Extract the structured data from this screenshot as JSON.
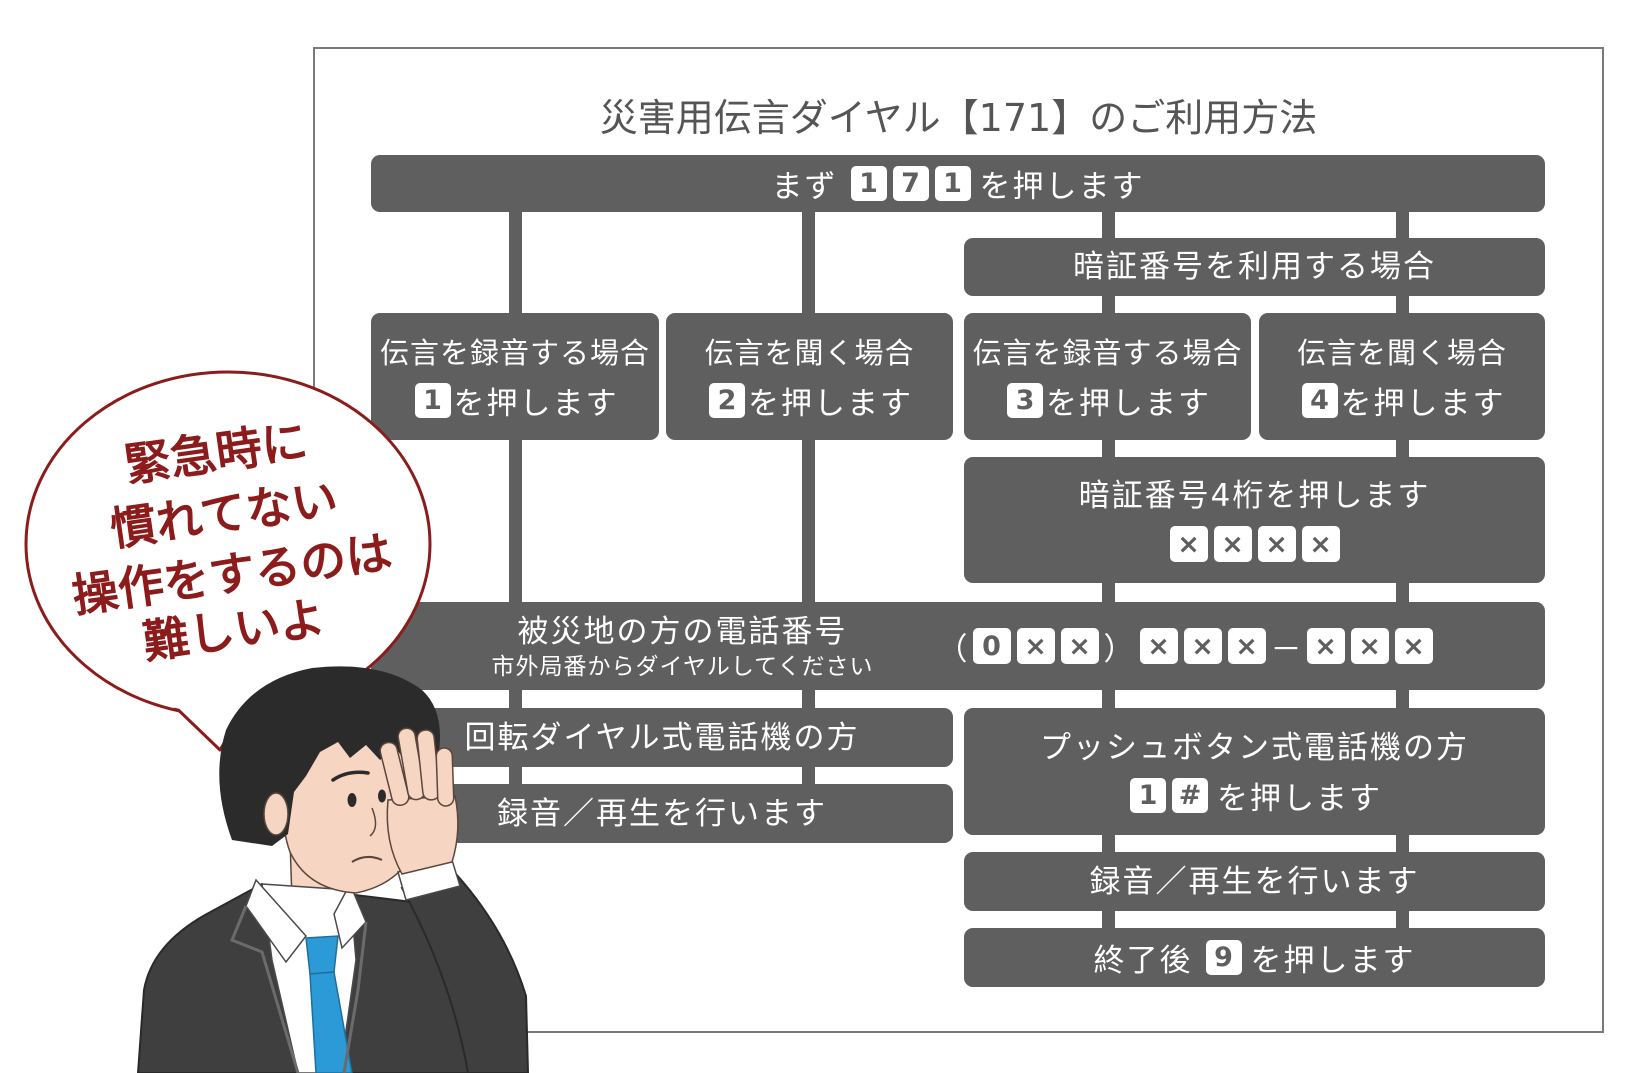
{
  "title": "災害用伝言ダイヤル【171】のご利用方法",
  "start": {
    "prefix": "まず",
    "keys": [
      "1",
      "7",
      "1"
    ],
    "suffix": "を押します"
  },
  "pin_option": {
    "label": "暗証番号を利用する場合"
  },
  "options": [
    {
      "label": "伝言を録音する場合",
      "key": "1",
      "action": "を押します"
    },
    {
      "label": "伝言を聞く場合",
      "key": "2",
      "action": "を押します"
    },
    {
      "label": "伝言を録音する場合",
      "key": "3",
      "action": "を押します"
    },
    {
      "label": "伝言を聞く場合",
      "key": "4",
      "action": "を押します"
    }
  ],
  "pin_entry": {
    "label": "暗証番号4桁を押します",
    "keys": [
      "×",
      "×",
      "×",
      "×"
    ]
  },
  "phone_number": {
    "label": "被災地の方の電話番号",
    "note": "市外局番からダイヤルしてください",
    "open_paren": "（",
    "area_code": [
      "0",
      "×",
      "×"
    ],
    "close_paren": "）",
    "exchange": [
      "×",
      "×",
      "×"
    ],
    "dash": "－",
    "subscriber": [
      "×",
      "×",
      "×"
    ]
  },
  "rotary": {
    "label": "回転ダイヤル式電話機の方",
    "action": "録音／再生を行います"
  },
  "push": {
    "label": "プッシュボタン式電話機の方",
    "keys": [
      "1",
      "#"
    ],
    "suffix": "を押します",
    "action": "録音／再生を行います",
    "finish_prefix": "終了後",
    "finish_key": "9",
    "finish_suffix": "を押します"
  },
  "speech_bubble": {
    "lines": [
      "緊急時に",
      "慣れてない",
      "操作をするのは",
      "難しいよ"
    ]
  },
  "colors": {
    "box": "#5f5f5f",
    "key_background": "#ffffff",
    "title_text": "#555555",
    "frame": "#7a7a7a",
    "bubble_accent": "#8c1c1c",
    "tie": "#2b9ad6",
    "suit": "#3f3f3f"
  }
}
